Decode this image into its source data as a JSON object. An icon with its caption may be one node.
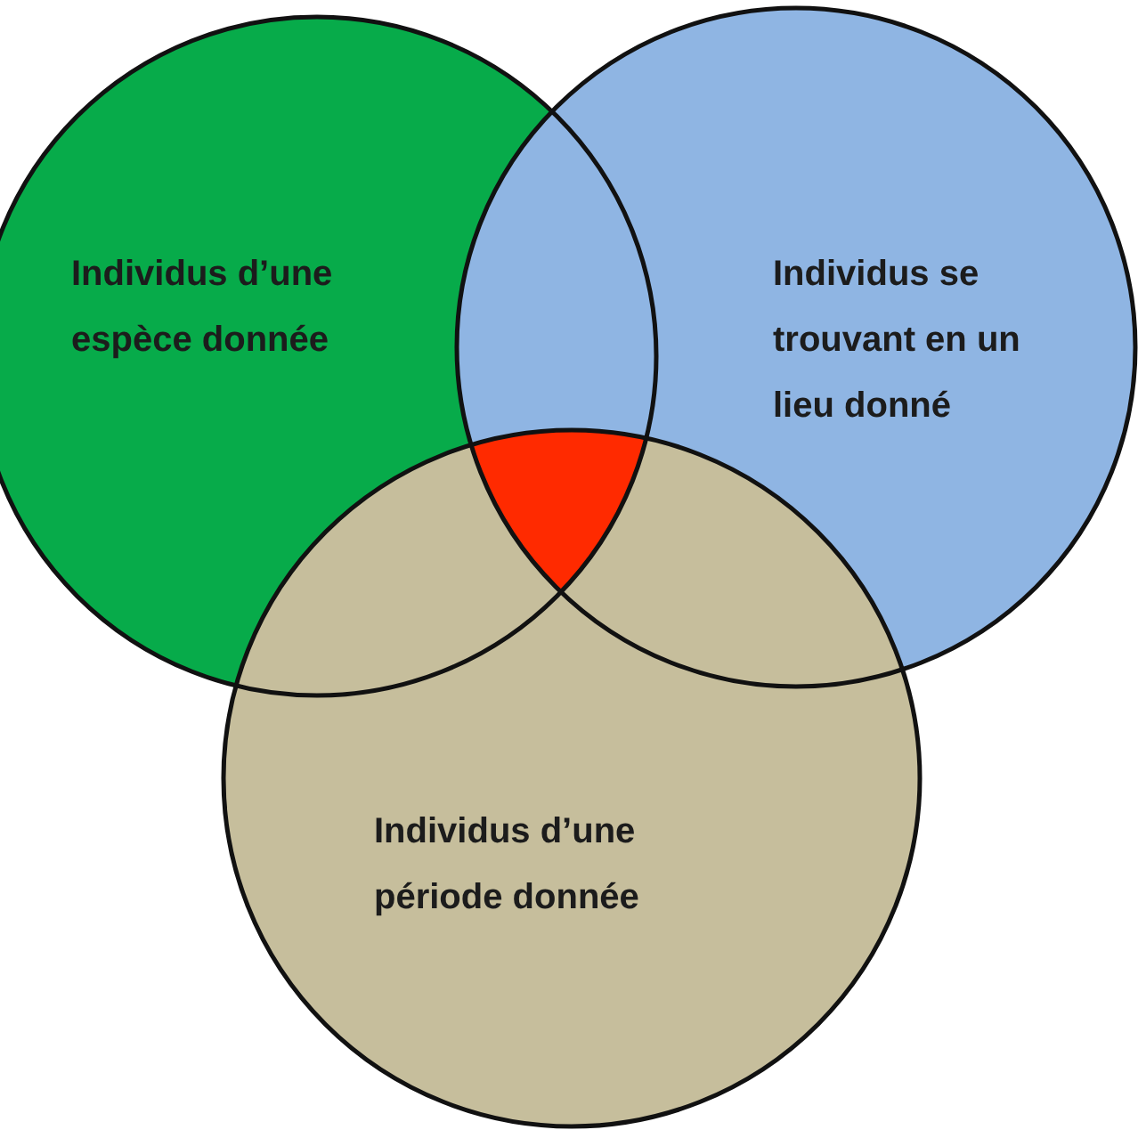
{
  "diagram": {
    "nodes": [
      {
        "text": [
          "Individus d’une espèce donnée"
        ]
      },
      {
        "text": [
          "Individus se trouvant en un lieu donné"
        ]
      },
      {
        "text": [
          "Individus d’une période donnée"
        ]
      }
    ]
  }
}
